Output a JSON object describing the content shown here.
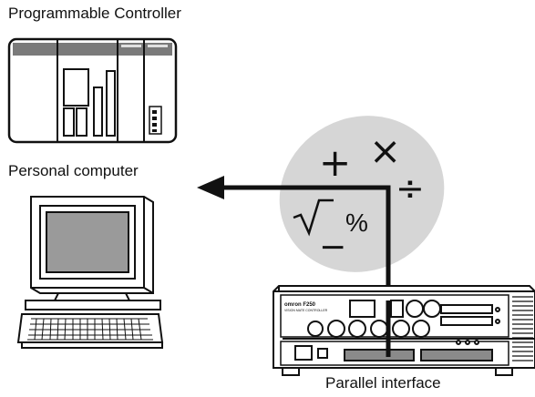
{
  "labels": {
    "plc": "Programmable Controller",
    "pc": "Personal computer",
    "interface": "Parallel interface"
  },
  "device": {
    "brand": "omron F250",
    "model": "VISION MATE CONTROLLER"
  },
  "operators": {
    "plus": "+",
    "times": "×",
    "divide": "÷",
    "sqrt": "√‾",
    "percent": "%",
    "minus": "−"
  },
  "colors": {
    "ellipse": "#d6d6d6",
    "arrow": "#111111",
    "screen": "#9a9a9a",
    "slot": "#8a8a8a"
  }
}
